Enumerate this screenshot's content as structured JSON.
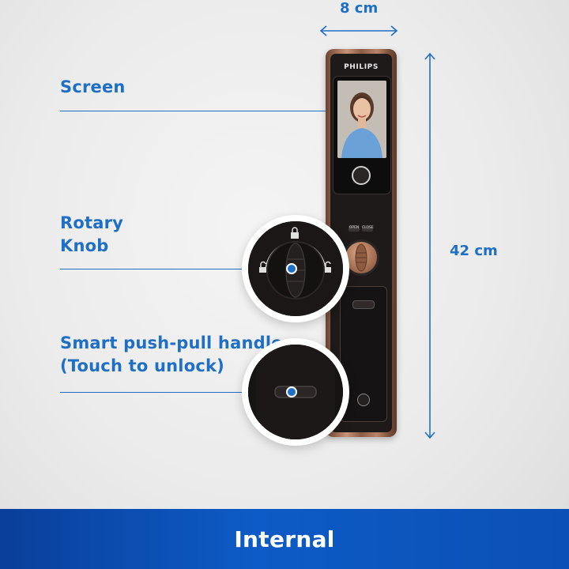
{
  "labels": {
    "screen": "Screen",
    "rotary_line1": "Rotary",
    "rotary_line2": "Knob",
    "handle_line1": "Smart push-pull handle",
    "handle_line2": "(Touch to unlock)"
  },
  "dimensions": {
    "width": "8 cm",
    "height": "42 cm"
  },
  "product": {
    "brand": "PHILIPS",
    "button_open": "OPEN",
    "button_close": "CLOSE"
  },
  "footer": {
    "title": "Internal"
  },
  "colors": {
    "accent": "#1f6fc6",
    "footer_bg": "#0d5bc6",
    "lock_finish": "#a8745a"
  },
  "icons": {
    "lock": "padlock-closed-icon",
    "unlock": "padlock-open-icon"
  }
}
